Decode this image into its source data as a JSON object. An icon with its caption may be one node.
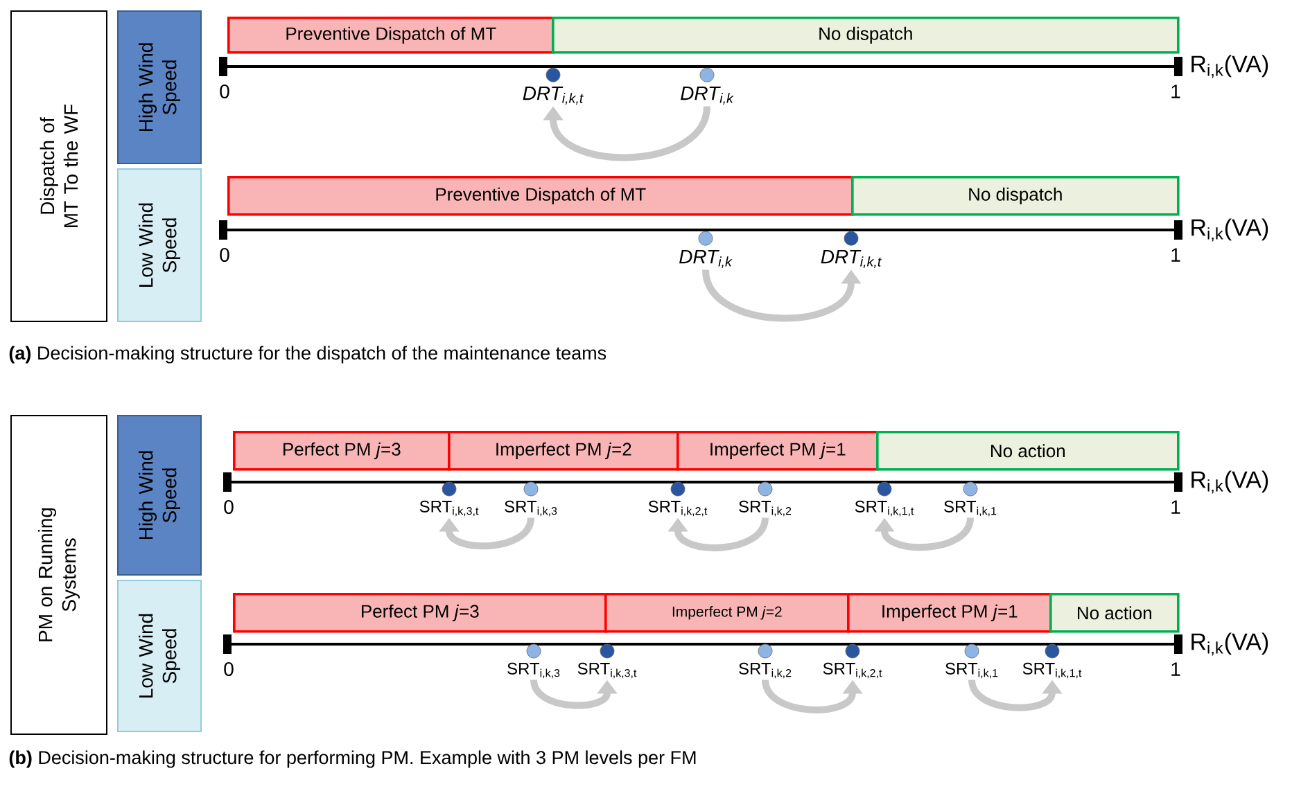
{
  "diagram": {
    "nodes": [
      {
        "text": [
          "Dispatch of MT To the WF"
        ]
      },
      {
        "text": [
          "High Wind Speed"
        ]
      },
      {
        "text": [
          "Preventive Dispatch of MT"
        ]
      },
      {
        "text": [
          "No dispatch"
        ]
      },
      {
        "text": [],
        "shape": "circle",
        "beside": [
          "DRT$_{i,k,t}$"
        ]
      },
      {
        "text": [],
        "shape": "circle",
        "beside": [
          "DRT$_{i,k}$"
        ]
      },
      {
        "text": [
          "Low Wind Speed"
        ]
      },
      {
        "text": [
          "Preventive Dispatch of MT"
        ]
      },
      {
        "text": [
          "No dispatch"
        ]
      },
      {
        "text": [],
        "shape": "circle",
        "beside": [
          "DRT$_{i,k}$"
        ]
      },
      {
        "text": [],
        "shape": "circle",
        "beside": [
          "DRT$_{i,k,t}$"
        ]
      },
      {
        "text": [
          "PM on Running Systems"
        ]
      },
      {
        "text": [
          "High Wind Speed"
        ]
      },
      {
        "text": [
          "Perfect PM *j*=3"
        ]
      },
      {
        "text": [
          "Imperfect PM *j*=2"
        ]
      },
      {
        "text": [
          "Imperfect PM *j*=1"
        ]
      },
      {
        "text": [
          "No action"
        ]
      },
      {
        "text": [],
        "shape": "circle",
        "beside": [
          "SRT$_{i,k,3,t}$"
        ]
      },
      {
        "text": [],
        "shape": "circle",
        "beside": [
          "SRT$_{i,k,3}$"
        ]
      },
      {
        "text": [],
        "shape": "circle",
        "beside": [
          "SRT$_{i,k,2,t}$"
        ]
      },
      {
        "text": [],
        "shape": "circle",
        "beside": [
          "SRT$_{i,k,2}$"
        ]
      },
      {
        "text": [],
        "shape": "circle",
        "beside": [
          "SRT$_{i,k,1,t}$"
        ]
      },
      {
        "text": [],
        "shape": "circle",
        "beside": [
          "SRT$_{i,k,1}$"
        ]
      },
      {
        "text": [
          "Low Wind Speed"
        ]
      },
      {
        "text": [
          "Perfect PM *j*=3"
        ]
      },
      {
        "text": [
          "Imperfect PM *j*=2"
        ]
      },
      {
        "text": [
          "Imperfect PM *j*=1"
        ]
      },
      {
        "text": [
          "No action"
        ]
      },
      {
        "text": [],
        "shape": "circle",
        "beside": [
          "SRT$_{i,k,3}$"
        ]
      },
      {
        "text": [],
        "shape": "circle",
        "beside": [
          "SRT$_{i,k,3,t}$"
        ]
      },
      {
        "text": [],
        "shape": "circle",
        "beside": [
          "SRT$_{i,k,2}$"
        ]
      },
      {
        "text": [],
        "shape": "circle",
        "beside": [
          "SRT$_{i,k,2,t}$"
        ]
      },
      {
        "text": [],
        "shape": "circle",
        "beside": [
          "SRT$_{i,k,1}$"
        ]
      },
      {
        "text": [],
        "shape": "circle",
        "beside": [
          "SRT$_{i,k,1,t}$"
        ]
      }
    ],
    "edges": [
      {
        "from": 5,
        "to": 4,
        "arrow": "to"
      },
      {
        "from": 9,
        "to": 10,
        "arrow": "to"
      },
      {
        "from": 18,
        "to": 17,
        "arrow": "to"
      },
      {
        "from": 20,
        "to": 19,
        "arrow": "to"
      },
      {
        "from": 22,
        "to": 21,
        "arrow": "to"
      },
      {
        "from": 28,
        "to": 29,
        "arrow": "to"
      },
      {
        "from": 30,
        "to": 31,
        "arrow": "to"
      },
      {
        "from": 32,
        "to": 33,
        "arrow": "to"
      }
    ],
    "labels": [
      "0",
      "1",
      "R$_{i,k}$(VA)",
      "0",
      "1",
      "R$_{i,k}$(VA)",
      "**(a)** Decision-making structure for the dispatch of the maintenance teams",
      "0",
      "1",
      "R$_{i,k}$(VA)",
      "0",
      "1",
      "R$_{i,k}$(VA)",
      "**(b)** Decision-making structure for performing PM. Example with 3 PM levels per FM"
    ]
  }
}
